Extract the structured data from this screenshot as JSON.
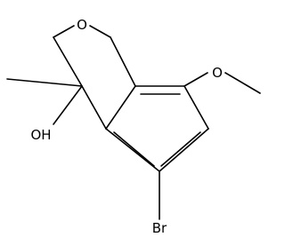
{
  "molecule": {
    "atom_labels": {
      "ring_oxygen": "O",
      "methoxy_oxygen": "O",
      "hydroxyl": "OH",
      "bromine": "Br"
    }
  }
}
